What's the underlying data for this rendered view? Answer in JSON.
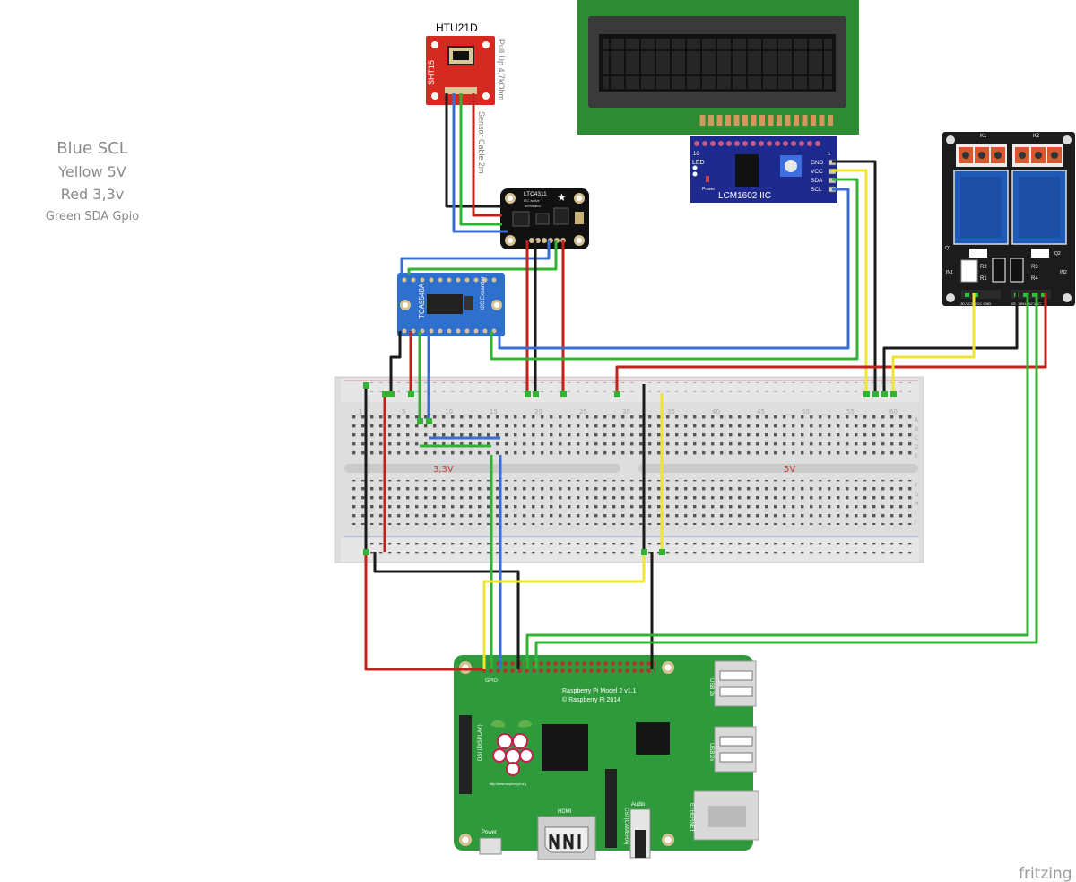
{
  "legend": {
    "blue": "Blue SCL",
    "yellow": "Yellow 5V",
    "red": "Red 3,3v",
    "green": "Green SDA Gpio"
  },
  "sensor": {
    "title": "HTU21D",
    "chip_label": "SHT15",
    "side_label": "Pull Up 4,7kOhm",
    "cable_label": "Sensor Cable 2m"
  },
  "terminator": {
    "name": "LTC4311",
    "line1": "I2C active",
    "line2": "Terminator"
  },
  "multiplexer": {
    "name": "TCA9548A",
    "sub": "I2C Expander"
  },
  "lcd_backpack": {
    "name": "LCM1602 IIC",
    "pin_gnd": "GND",
    "pin_vcc": "VCC",
    "pin_sda": "SDA",
    "pin_scl": "SCL",
    "led": "LED",
    "power": "Power",
    "pin16": "16",
    "pin1": "1"
  },
  "relay": {
    "k1": "K1",
    "k2": "K2",
    "r1": "R1",
    "r2": "R2",
    "r3": "R3",
    "r4": "R4",
    "in1": "IN1",
    "in2": "IN2",
    "q1": "Q1",
    "q2": "Q2",
    "pins_left": "JD-VCC VCC GND",
    "pins_right": "GND IN1 IN2 VCC"
  },
  "breadboard": {
    "label_left": "3,3V",
    "label_right": "5V",
    "col_numbers": [
      "1",
      "5",
      "10",
      "15",
      "20",
      "25",
      "30",
      "35",
      "40",
      "45",
      "50",
      "55",
      "60"
    ],
    "row_letters": [
      "A",
      "B",
      "C",
      "D",
      "E",
      "F",
      "G",
      "H",
      "I",
      "J"
    ]
  },
  "raspberry": {
    "title1": "Raspberry Pi Model 2 v1.1",
    "title2": "© Raspberry Pi 2014",
    "gpio": "GPIO",
    "dsi": "DSI (DISPLAY)",
    "csi": "CSI (CAMERA)",
    "hdmi": "HDMI",
    "audio": "Audio",
    "usb": "USB 2x",
    "ethernet": "ETHERNET",
    "power": "Power",
    "url": "http://www.raspberrypi.org"
  },
  "brand": "fritzing",
  "colors": {
    "blue_scl": "#3a6fd1",
    "yellow_5v": "#f0e432",
    "red_33v": "#c0221c",
    "green_sda": "#33b236",
    "black_gnd": "#1a1a1a",
    "board_green": "#2f9a3c",
    "lcd_green": "#2e8b34",
    "backpack_blue": "#1f2a8f",
    "relay_black": "#1c1c1c",
    "sensor_red": "#d42a1f",
    "mux_blue": "#2f6fce"
  }
}
